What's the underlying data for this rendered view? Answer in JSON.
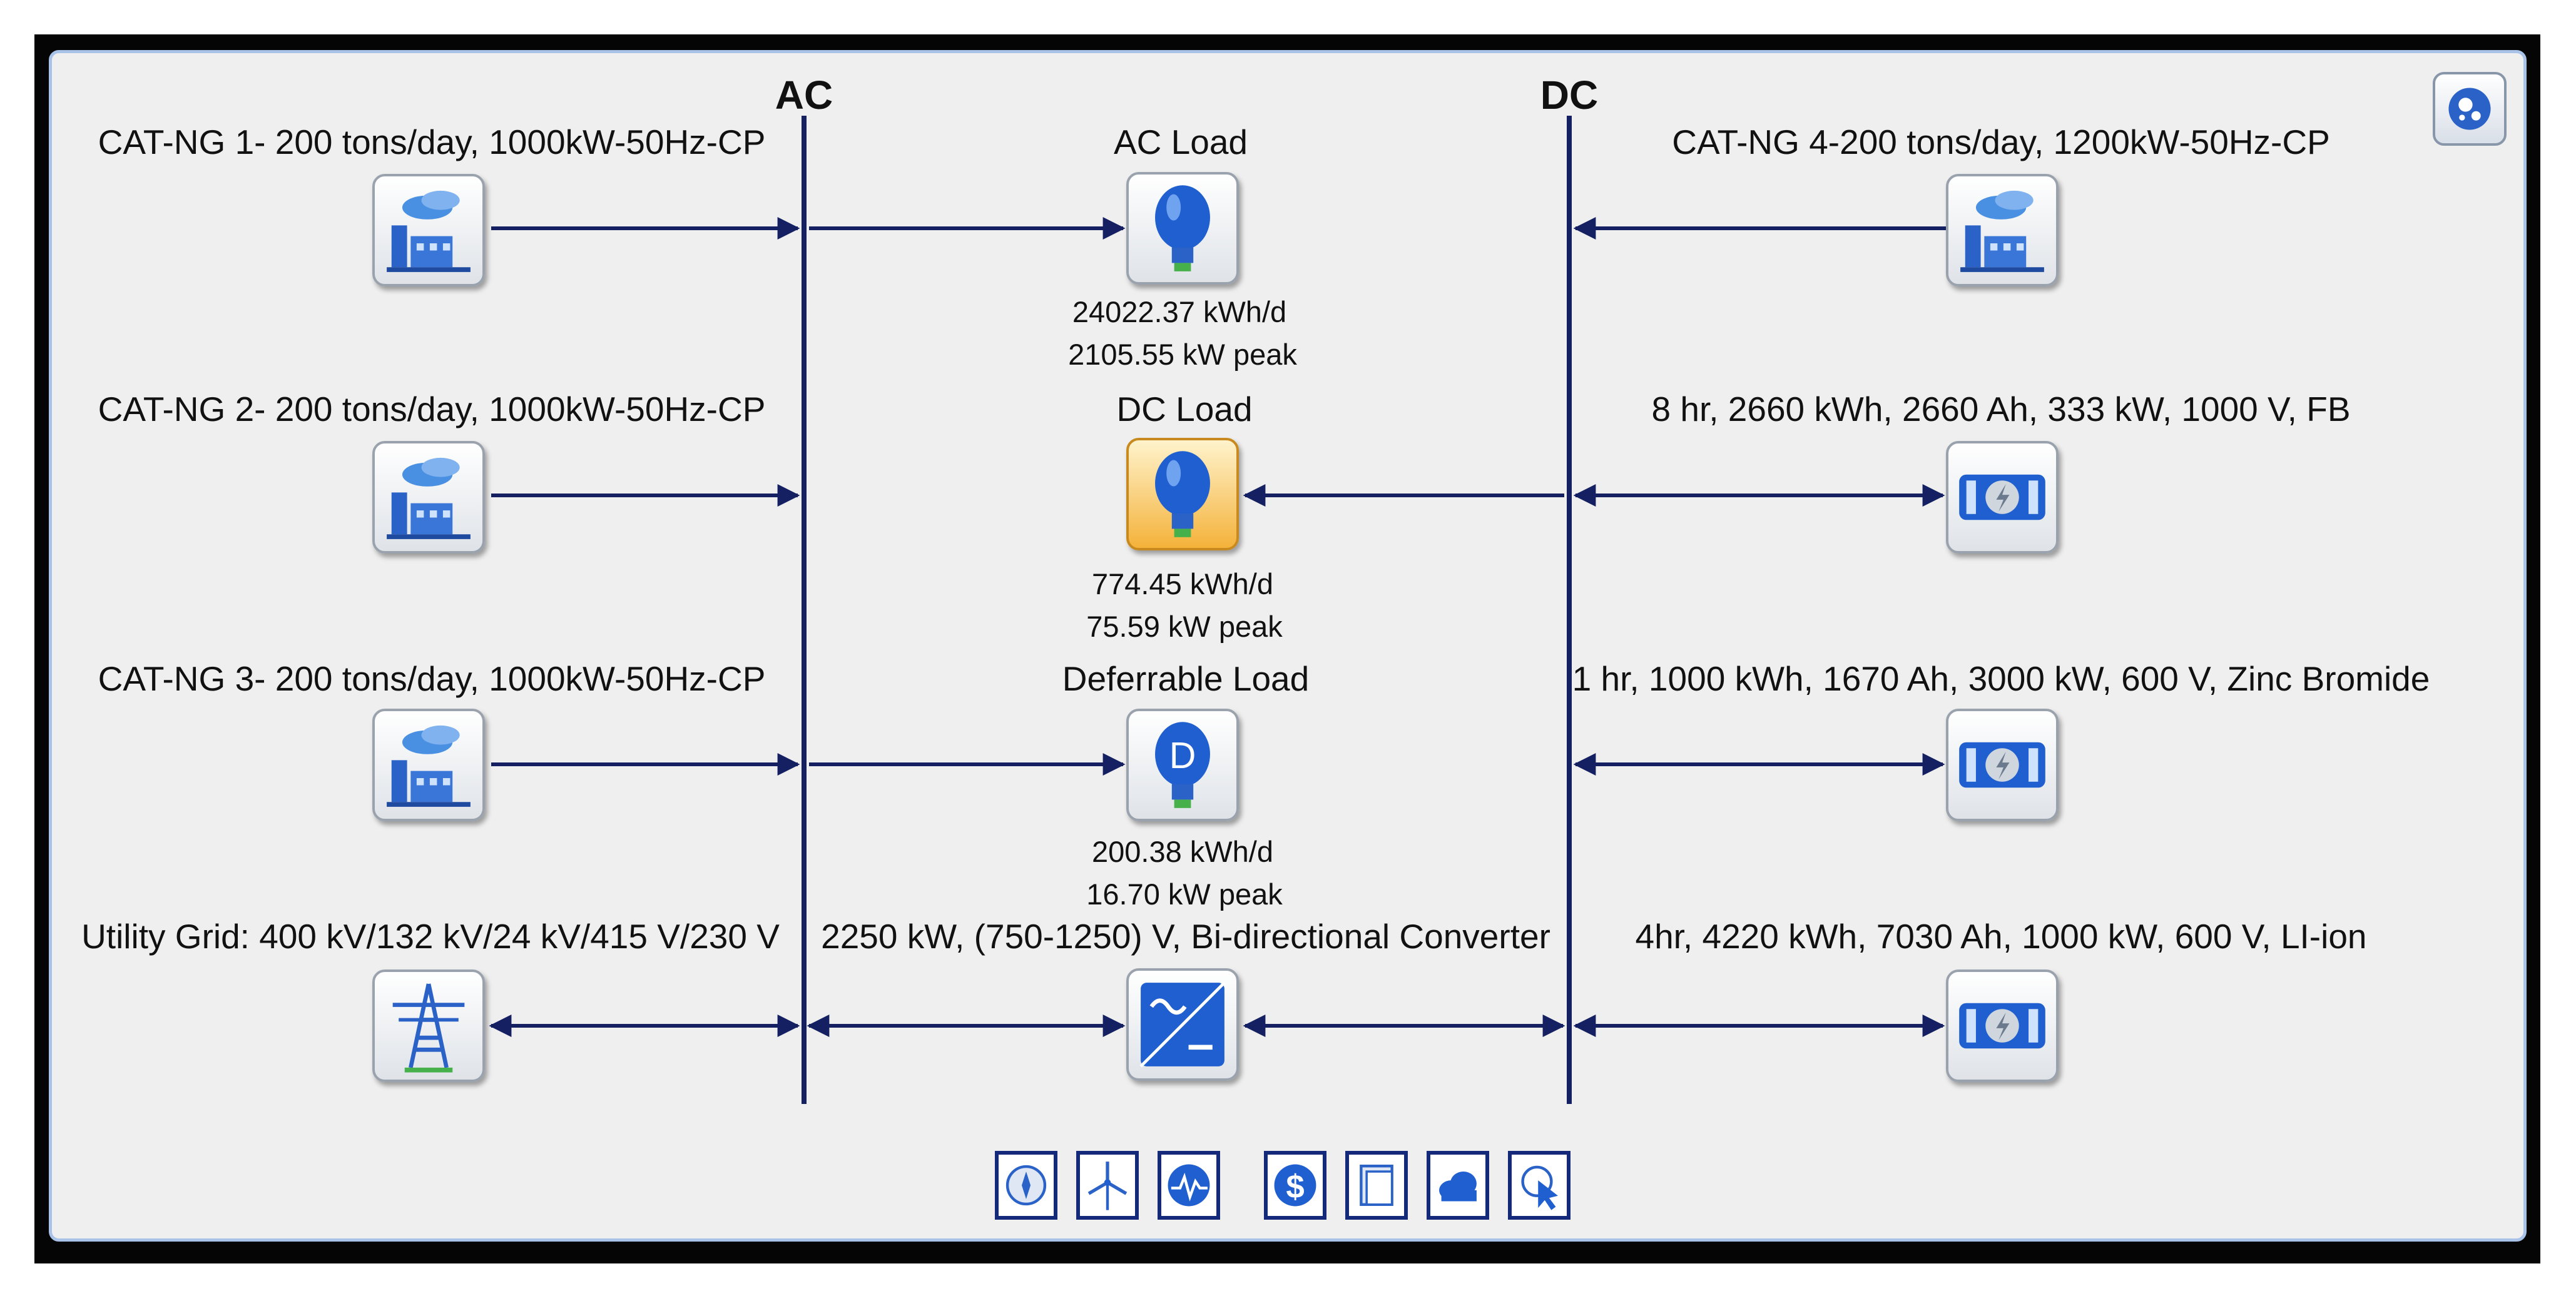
{
  "buses": {
    "ac": "AC",
    "dc": "DC"
  },
  "column_left": {
    "gen1": {
      "label": "CAT-NG 1- 200 tons/day, 1000kW-50Hz-CP",
      "icon": "generator-plant-icon"
    },
    "gen2": {
      "label": "CAT-NG 2- 200 tons/day, 1000kW-50Hz-CP",
      "icon": "generator-plant-icon"
    },
    "gen3": {
      "label": "CAT-NG 3- 200 tons/day, 1000kW-50Hz-CP",
      "icon": "generator-plant-icon"
    },
    "grid": {
      "label": "Utility Grid: 400 kV/132 kV/24 kV/415 V/230 V",
      "icon": "transmission-tower-icon"
    }
  },
  "column_center": {
    "ac_load": {
      "label": "AC Load",
      "energy": "24022.37 kWh/d",
      "peak": "2105.55 kW peak",
      "icon": "lightbulb-icon"
    },
    "dc_load": {
      "label": "DC Load",
      "energy": "774.45 kWh/d",
      "peak": "75.59 kW peak",
      "icon": "lightbulb-icon"
    },
    "deferrable_load": {
      "label": "Deferrable Load",
      "energy": "200.38 kWh/d",
      "peak": "16.70 kW peak",
      "icon": "deferrable-bulb-icon"
    },
    "converter": {
      "label": "2250 kW, (750-1250) V, Bi-directional Converter",
      "icon": "converter-icon"
    }
  },
  "column_right": {
    "gen4": {
      "label": "CAT-NG 4-200 tons/day, 1200kW-50Hz-CP",
      "icon": "generator-plant-icon"
    },
    "storage1": {
      "label": "8 hr, 2660 kWh, 2660 Ah, 333 kW, 1000 V, FB",
      "icon": "battery-storage-icon"
    },
    "storage2": {
      "label": "1 hr, 1000 kWh, 1670 Ah, 3000 kW, 600 V, Zinc Bromide",
      "icon": "battery-storage-icon"
    },
    "storage3": {
      "label": "4hr, 4220 kWh, 7030 Ah, 1000 kW, 600 V, LI-ion",
      "icon": "battery-storage-icon"
    }
  },
  "toolbar": [
    {
      "name": "compass-icon"
    },
    {
      "name": "wind-turbine-icon"
    },
    {
      "name": "waveform-icon"
    },
    {
      "name": "dollar-icon"
    },
    {
      "name": "layers-icon"
    },
    {
      "name": "cloud-icon"
    },
    {
      "name": "cursor-icon"
    }
  ],
  "colors": {
    "wire": "#152062",
    "panel_bg": "#efefef",
    "frame": "#050505",
    "accent_blue": "#2a62c8",
    "dc_load_tile": "#f4b23a"
  }
}
